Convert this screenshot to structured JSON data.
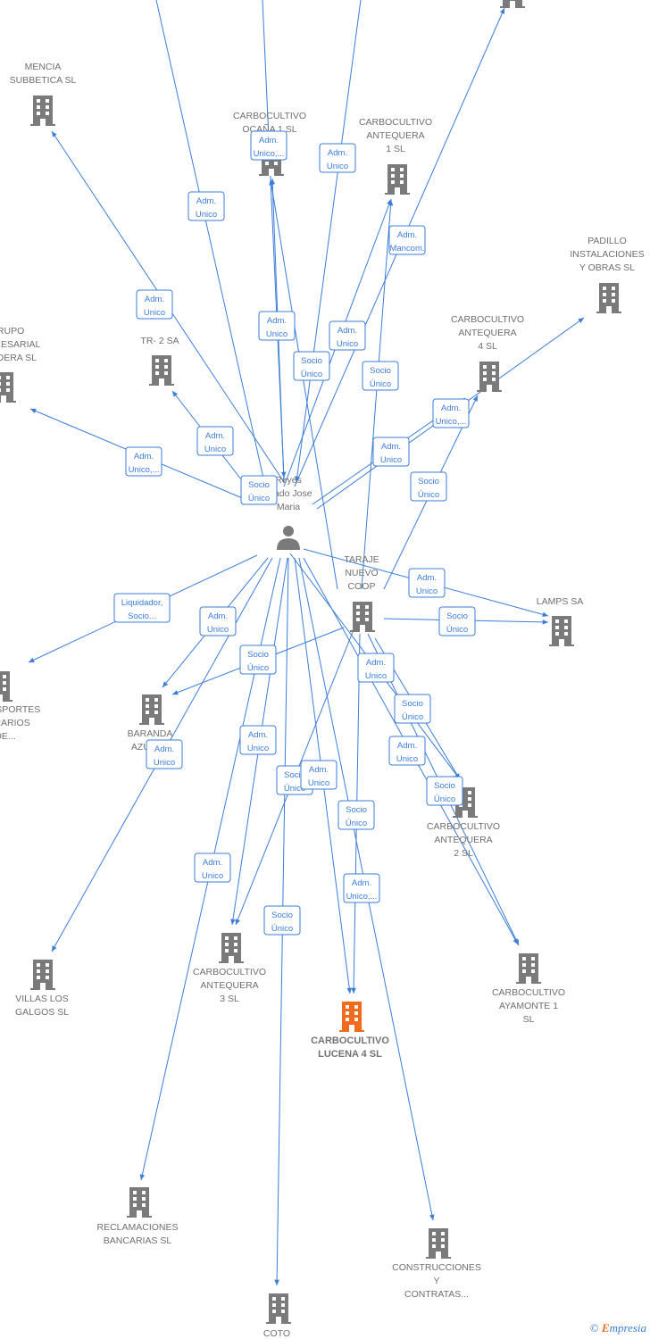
{
  "colors": {
    "edge": "#3b7dd8",
    "building": "#7a7a7a",
    "focus": "#f26b1d"
  },
  "person": {
    "label_lines": [
      "Reyes",
      "Prado Jose",
      "Maria"
    ]
  },
  "companies": [
    {
      "id": "mencia",
      "label_lines": [
        "MENCIA",
        "SUBBETICA SL"
      ]
    },
    {
      "id": "carbocultivo-oc",
      "label_lines": [
        "CARBOCULTIVO",
        "OCAÑA 1 SL"
      ]
    },
    {
      "id": "carbo-antequera-1",
      "label_lines": [
        "CARBOCULTIVO",
        "ANTEQUERA",
        "1  SL"
      ]
    },
    {
      "id": "padillo",
      "label_lines": [
        "PADILLO",
        "INSTALACIONES",
        "Y OBRAS SL"
      ]
    },
    {
      "id": "grupo",
      "label_lines": [
        "GRUPO",
        "EMPRESARIAL",
        "PRADERA SL"
      ]
    },
    {
      "id": "tr2",
      "label_lines": [
        "TR- 2 SA"
      ]
    },
    {
      "id": "carbo-antequera-4",
      "label_lines": [
        "CARBOCULTIVO",
        "ANTEQUERA",
        "4  SL"
      ]
    },
    {
      "id": "taraje",
      "label_lines": [
        "TARAJE",
        "NUEVO",
        "COOP"
      ]
    },
    {
      "id": "lamps",
      "label_lines": [
        "LAMPS SA"
      ]
    },
    {
      "id": "transportes",
      "label_lines": [
        "TRANSPORTES",
        "AGRARIOS",
        "DE..."
      ]
    },
    {
      "id": "baranda",
      "label_lines": [
        "BARANDA",
        "AZUL SL"
      ]
    },
    {
      "id": "carbo-antequera-2",
      "label_lines": [
        "CARBOCULTIVO",
        "ANTEQUERA",
        "2  SL"
      ]
    },
    {
      "id": "villas",
      "label_lines": [
        "VILLAS LOS",
        "GALGOS SL"
      ]
    },
    {
      "id": "carbo-antequera-3",
      "label_lines": [
        "CARBOCULTIVO",
        "ANTEQUERA",
        "3  SL"
      ]
    },
    {
      "id": "lucena",
      "label_lines": [
        "CARBOCULTIVO",
        "LUCENA 4  SL"
      ],
      "focus": true
    },
    {
      "id": "ayamonte",
      "label_lines": [
        "CARBOCULTIVO",
        "AYAMONTE 1",
        "SL"
      ]
    },
    {
      "id": "reclamaciones",
      "label_lines": [
        "RECLAMACIONES",
        "BANCARIAS  SL"
      ]
    },
    {
      "id": "construcciones",
      "label_lines": [
        "CONSTRUCCIONES",
        "Y",
        "CONTRATAS..."
      ]
    },
    {
      "id": "coto",
      "label_lines": [
        "COTO"
      ]
    },
    {
      "id": "top",
      "label_lines": []
    }
  ],
  "edge_labels": [
    {
      "id": "adm-unico",
      "lines": [
        "Adm.",
        "Unico"
      ]
    },
    {
      "id": "adm-unico-etc",
      "lines": [
        "Adm.",
        "Unico,..."
      ]
    },
    {
      "id": "adm-mancom",
      "lines": [
        "Adm.",
        "Mancom."
      ]
    },
    {
      "id": "socio-unico",
      "lines": [
        "Socio",
        "Único"
      ]
    },
    {
      "id": "liquidador",
      "lines": [
        "Liquidador,",
        "Socio..."
      ]
    }
  ],
  "footer": {
    "copyright": "©",
    "brand_initial": "E",
    "brand_rest": "mpresia"
  }
}
